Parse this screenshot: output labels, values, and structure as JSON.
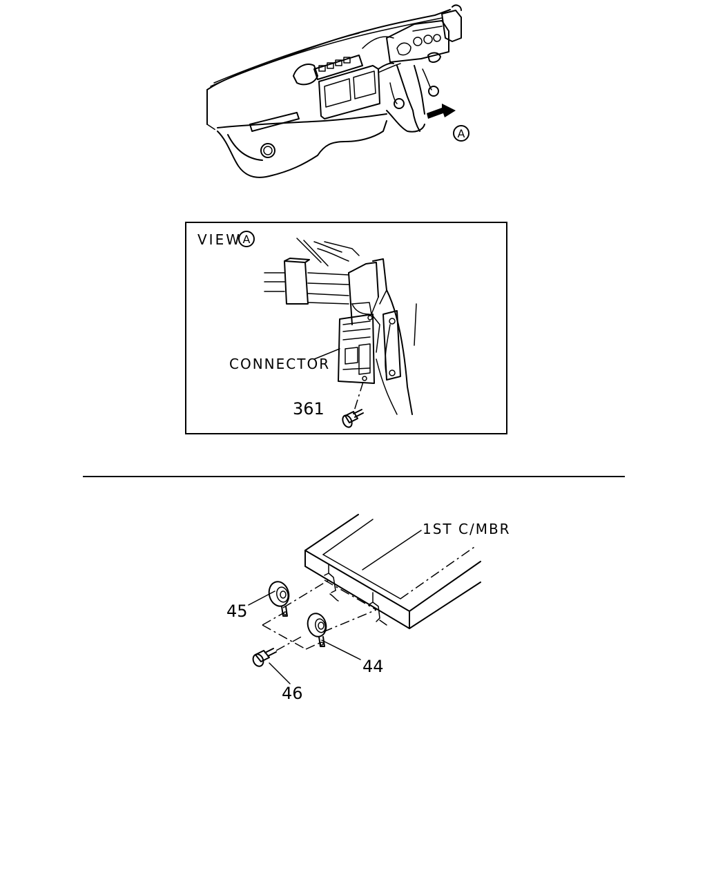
{
  "figure_top": {
    "arrow_label": "A"
  },
  "view_box": {
    "title_prefix": "VIEW",
    "title_circle": "A",
    "connector_label": "CONNECTOR",
    "part_361": "361"
  },
  "figure_bottom": {
    "member_label": "1ST C/MBR",
    "part_45": "45",
    "part_44": "44",
    "part_46": "46"
  }
}
